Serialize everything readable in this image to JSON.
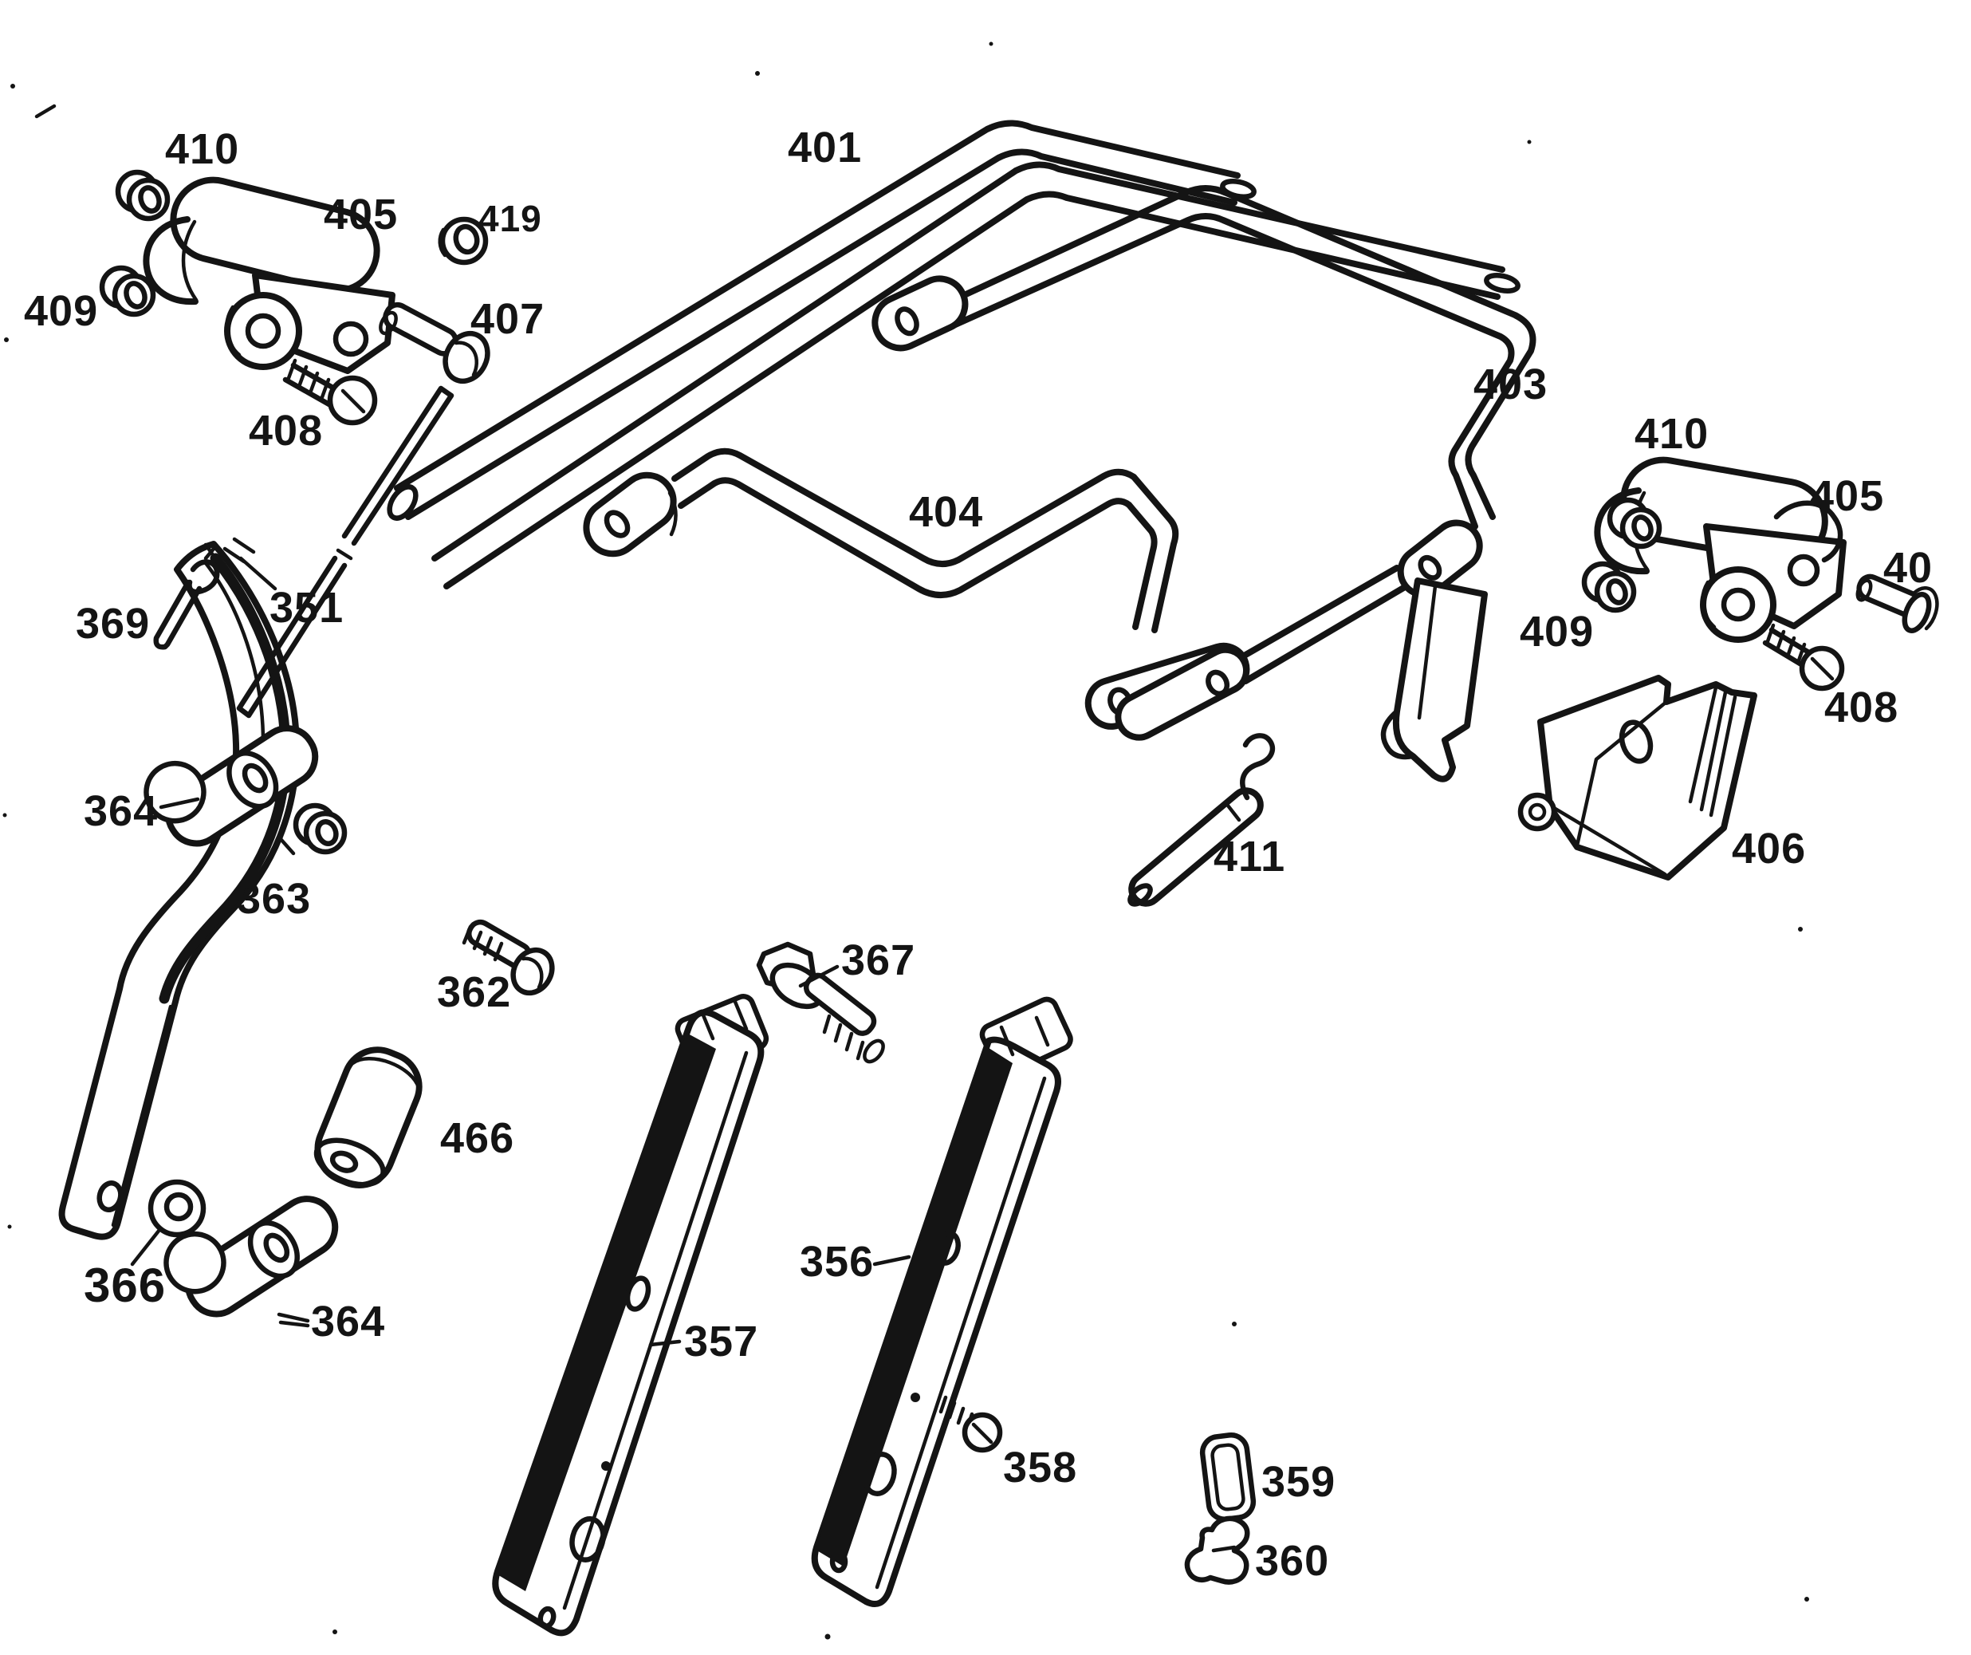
{
  "diagram": {
    "type": "exploded-parts-diagram",
    "background": "#ffffff",
    "ink": "#141414",
    "labels": [
      {
        "text": "410"
      },
      {
        "text": "405"
      },
      {
        "text": "419"
      },
      {
        "text": "409"
      },
      {
        "text": "407"
      },
      {
        "text": "408"
      },
      {
        "text": "401"
      },
      {
        "text": "403"
      },
      {
        "text": "404"
      },
      {
        "text": "410"
      },
      {
        "text": "405"
      },
      {
        "text": "40"
      },
      {
        "text": "409"
      },
      {
        "text": "408"
      },
      {
        "text": "406"
      },
      {
        "text": "369"
      },
      {
        "text": "351"
      },
      {
        "text": "364"
      },
      {
        "text": "363"
      },
      {
        "text": "362"
      },
      {
        "text": "466"
      },
      {
        "text": "366"
      },
      {
        "text": "364"
      },
      {
        "text": "367"
      },
      {
        "text": "356"
      },
      {
        "text": "357"
      },
      {
        "text": "358"
      },
      {
        "text": "359"
      },
      {
        "text": "360"
      },
      {
        "text": "411"
      }
    ]
  }
}
